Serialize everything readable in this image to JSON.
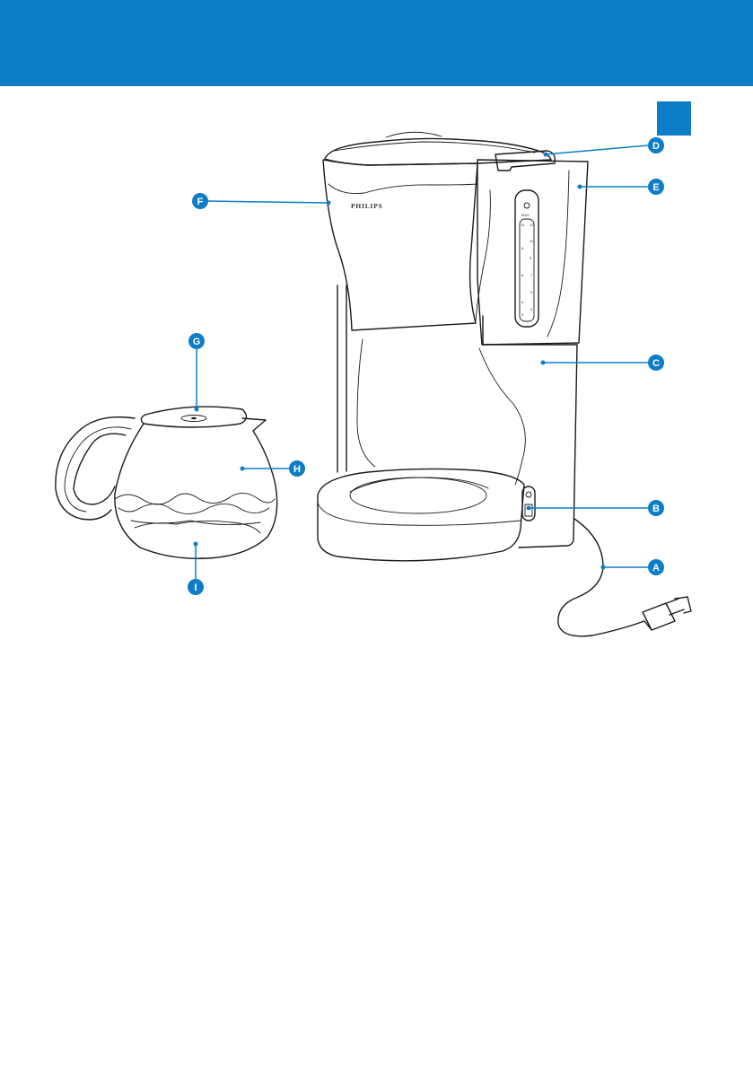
{
  "header": {
    "color": "#0e7dc7"
  },
  "brand": {
    "logo_text": "PHILIPS"
  },
  "water_gauge": {
    "max_label": "MAX",
    "left_column": [
      "10",
      "8",
      "6",
      "4",
      "2"
    ],
    "right_column": [
      "12",
      "11",
      "9",
      "7",
      "5",
      "3"
    ]
  },
  "callouts": [
    {
      "letter": "A",
      "part": "power-cord"
    },
    {
      "letter": "B",
      "part": "on-off-switch"
    },
    {
      "letter": "C",
      "part": "water-reservoir"
    },
    {
      "letter": "D",
      "part": "lid"
    },
    {
      "letter": "E",
      "part": "water-level-indicator"
    },
    {
      "letter": "F",
      "part": "filter-holder"
    },
    {
      "letter": "G",
      "part": "jug-lid"
    },
    {
      "letter": "H",
      "part": "jug"
    },
    {
      "letter": "I",
      "part": "jug-markings"
    }
  ],
  "colors": {
    "accent": "#0e7dc7",
    "outline": "#1a1a1a",
    "background": "#ffffff"
  }
}
